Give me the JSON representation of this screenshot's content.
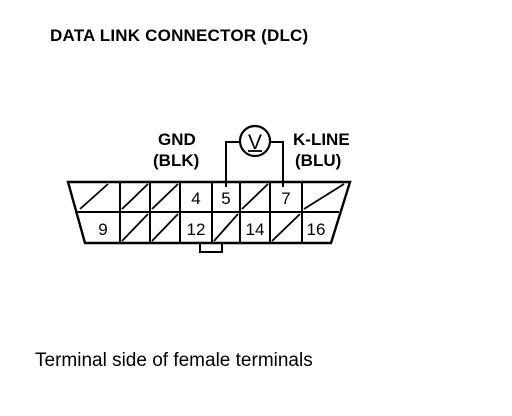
{
  "title": "DATA LINK CONNECTOR (DLC)",
  "caption": "Terminal side of female terminals",
  "labels": {
    "gnd": "GND",
    "gnd_color": "(BLK)",
    "kline": "K-LINE",
    "kline_color": "(BLU)"
  },
  "meter_symbol": "V",
  "pins": {
    "p4": "4",
    "p5": "5",
    "p7": "7",
    "p9": "9",
    "p12": "12",
    "p14": "14",
    "p16": "16"
  }
}
